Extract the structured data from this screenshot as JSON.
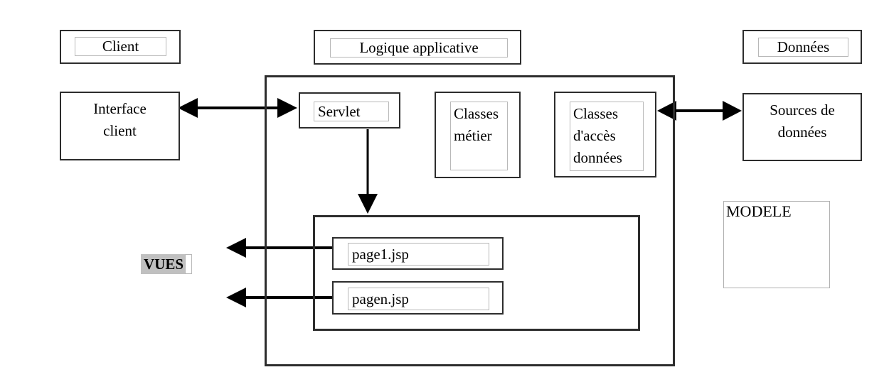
{
  "diagram": {
    "headers": {
      "client": "Client",
      "logique_applicative": "Logique applicative",
      "donnees": "Données"
    },
    "nodes": {
      "interface_client": [
        "Interface",
        "client"
      ],
      "servlet": "Servlet",
      "classes_metier": [
        "Classes",
        "métier"
      ],
      "classes_acces_donnees": [
        "Classes",
        "d'accès",
        "données"
      ],
      "sources_de_donnees": [
        "Sources de",
        "données"
      ],
      "page1_jsp": "page1.jsp",
      "pagen_jsp": "pagen.jsp"
    },
    "annotations": {
      "vues": "VUES",
      "modele": "MODELE"
    },
    "arrows": [
      {
        "name": "interface-client-servlet",
        "style": "double-headed",
        "from": "interface_client",
        "to": "servlet"
      },
      {
        "name": "classes-acces-donnees-sources",
        "style": "double-headed",
        "from": "classes_acces_donnees",
        "to": "sources_de_donnees"
      },
      {
        "name": "servlet-to-vues-container",
        "style": "single-headed-down",
        "from": "servlet",
        "to": "vues_container"
      },
      {
        "name": "page1-to-client",
        "style": "single-headed-left",
        "from": "page1_jsp",
        "to": "client_side"
      },
      {
        "name": "pagen-to-client",
        "style": "single-headed-left",
        "from": "pagen_jsp",
        "to": "client_side"
      }
    ]
  },
  "colors": {
    "box_border": "#2d2d2d",
    "field_border": "#b8b8b8",
    "modele_border": "#b0b0b0",
    "arrow": "#000000",
    "text": "#000000",
    "vues_highlight": "#c0c0c0",
    "background": "#ffffff"
  }
}
